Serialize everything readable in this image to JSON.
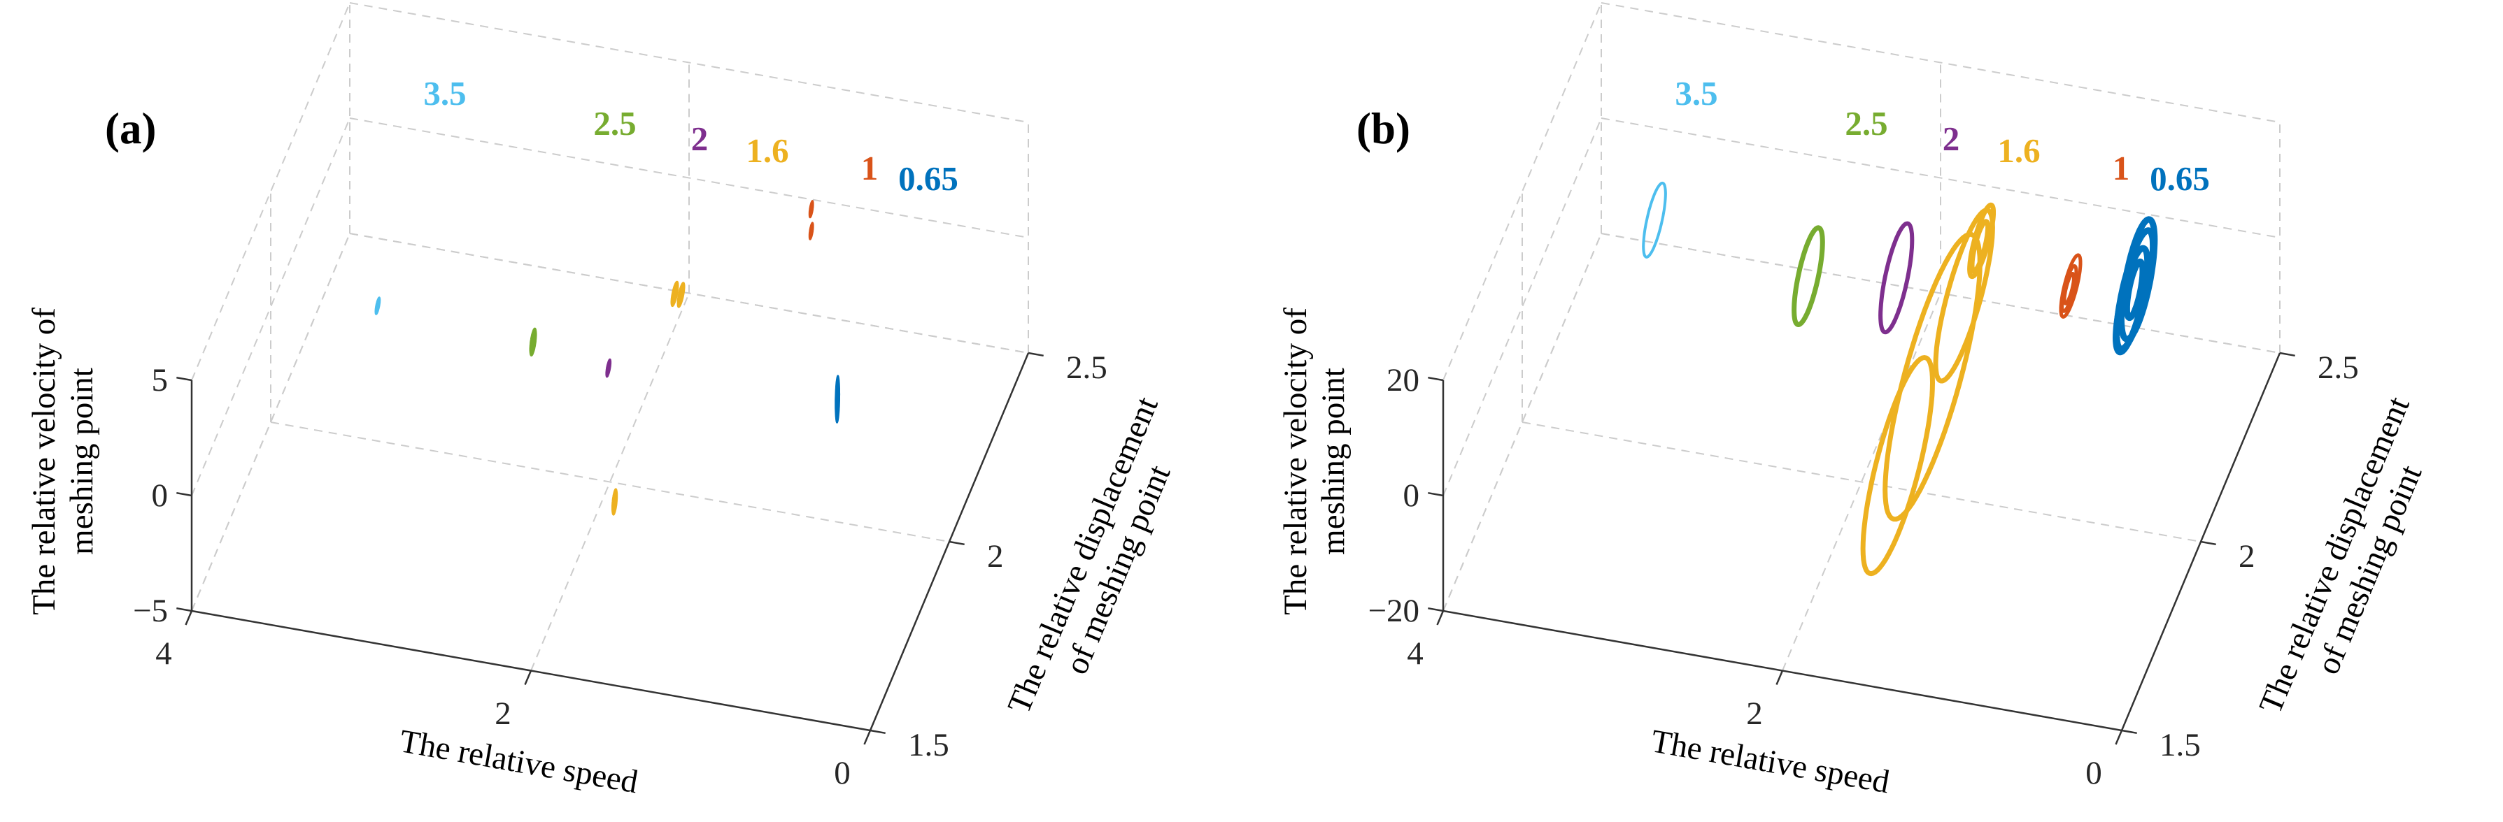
{
  "figure": {
    "background": "#ffffff"
  },
  "chart_data": [
    {
      "type": "line",
      "plot_kind": "3d-phase-portrait",
      "panel_label": "(a)",
      "grid": true,
      "axes": {
        "x": {
          "label": "The relative speed",
          "tick_labels": [
            "4",
            "2",
            "0"
          ],
          "tick_values": [
            4,
            2,
            0
          ],
          "range": [
            0,
            4
          ]
        },
        "y": {
          "label_lines": [
            "The relative displacement",
            "of meshing point"
          ],
          "tick_labels": [
            "1.5",
            "2",
            "2.5"
          ],
          "tick_values": [
            1.5,
            2,
            2.5
          ],
          "range": [
            1.5,
            2.5
          ]
        },
        "z": {
          "label_lines": [
            "The relative velocity of",
            "meshing point"
          ],
          "tick_labels": [
            "5",
            "0",
            "−5"
          ],
          "tick_values": [
            5,
            0,
            -5
          ],
          "range": [
            -5,
            5
          ]
        }
      },
      "series": [
        {
          "speed": 3.5,
          "speed_label": "3.5",
          "color": "#4DBEEE",
          "style": "filled-clusters",
          "stroke_width": 2,
          "orbits": [
            {
              "disp": 2.14,
              "vel": -1.6,
              "disp_amp": 0.015,
              "vel_amp": 0.28
            }
          ]
        },
        {
          "speed": 2.5,
          "speed_label": "2.5",
          "color": "#77AC30",
          "style": "filled-clusters",
          "stroke_width": 2,
          "orbits": [
            {
              "disp": 2.05,
              "vel": -0.4,
              "disp_amp": 0.02,
              "vel_amp": 0.5
            }
          ]
        },
        {
          "speed": 2,
          "speed_label": "2",
          "color": "#7E2F8E",
          "style": "filled-clusters",
          "stroke_width": 2,
          "orbits": [
            {
              "disp": 1.99,
              "vel": 0.1,
              "disp_amp": 0.015,
              "vel_amp": 0.3
            }
          ]
        },
        {
          "speed": 1.6,
          "speed_label": "1.6",
          "color": "#EDB120",
          "style": "filled-clusters",
          "stroke_width": 2,
          "orbits": [
            {
              "disp": 1.98,
              "vel": 4.0,
              "disp_amp": 0.022,
              "vel_amp": 0.4
            },
            {
              "disp": 2.02,
              "vel": 3.3,
              "disp_amp": 0.022,
              "vel_amp": 0.4
            },
            {
              "disp": 1.6,
              "vel": 1.2,
              "disp_amp": 0.016,
              "vel_amp": 0.5
            }
          ]
        },
        {
          "speed": 1,
          "speed_label": "1",
          "color": "#D95319",
          "style": "filled-clusters",
          "stroke_width": 2,
          "orbits": [
            {
              "disp": 2.2,
              "vel": 4.85,
              "disp_amp": 0.013,
              "vel_amp": 0.3
            },
            {
              "disp": 2.2,
              "vel": 3.9,
              "disp_amp": 0.013,
              "vel_amp": 0.3
            }
          ]
        },
        {
          "speed": 0.65,
          "speed_label": "0.65",
          "color": "#0072BD",
          "style": "filled-clusters",
          "stroke_width": 2,
          "orbits": [
            {
              "disp": 1.99,
              "vel": 0.5,
              "disp_amp": 0.013,
              "vel_amp": 1.0
            }
          ]
        }
      ]
    },
    {
      "type": "line",
      "plot_kind": "3d-phase-portrait",
      "panel_label": "(b)",
      "grid": true,
      "axes": {
        "x": {
          "label": "The relative speed",
          "tick_labels": [
            "4",
            "2",
            "0"
          ],
          "tick_values": [
            4,
            2,
            0
          ],
          "range": [
            0,
            4
          ]
        },
        "y": {
          "label_lines": [
            "The relative displacement",
            "of meshing point"
          ],
          "tick_labels": [
            "1.5",
            "2",
            "2.5"
          ],
          "tick_values": [
            1.5,
            2,
            2.5
          ],
          "range": [
            1.5,
            2.5
          ]
        },
        "z": {
          "label_lines": [
            "The relative velocity of",
            "meshing point"
          ],
          "tick_labels": [
            "20",
            "0",
            "−20"
          ],
          "tick_values": [
            20,
            0,
            -20
          ],
          "range": [
            -20,
            20
          ]
        }
      },
      "series": [
        {
          "speed": 3.5,
          "speed_label": "3.5",
          "color": "#4DBEEE",
          "style": "loops",
          "stroke_width": 4,
          "orbits": [
            {
              "disp": 2.3,
              "vel": -2,
              "disp_amp": 0.07,
              "vel_amp": 4.5
            }
          ]
        },
        {
          "speed": 2.5,
          "speed_label": "2.5",
          "color": "#77AC30",
          "style": "loops",
          "stroke_width": 7,
          "orbits": [
            {
              "disp": 2.2,
              "vel": 0,
              "disp_amp": 0.09,
              "vel_amp": 6
            }
          ]
        },
        {
          "speed": 2,
          "speed_label": "2",
          "color": "#7E2F8E",
          "style": "loops",
          "stroke_width": 6,
          "orbits": [
            {
              "disp": 2.22,
              "vel": 1,
              "disp_amp": 0.1,
              "vel_amp": 6.8
            }
          ]
        },
        {
          "speed": 1.6,
          "speed_label": "1.6",
          "color": "#EDB120",
          "style": "loops",
          "stroke_width": 7,
          "orbits": [
            {
              "disp": 1.8,
              "vel": -2,
              "disp_amp": 0.22,
              "vel_amp": 12
            },
            {
              "disp": 2.02,
              "vel": -1,
              "disp_amp": 0.3,
              "vel_amp": 15
            },
            {
              "disp": 2.22,
              "vel": 0,
              "disp_amp": 0.18,
              "vel_amp": 9
            },
            {
              "disp": 2.32,
              "vel": 2,
              "disp_amp": 0.05,
              "vel_amp": 2.8
            },
            {
              "disp": 2.33,
              "vel": 2.3,
              "disp_amp": 0.075,
              "vel_amp": 3.8
            }
          ]
        },
        {
          "speed": 1,
          "speed_label": "1",
          "color": "#D95319",
          "style": "loops",
          "stroke_width": 5,
          "orbits": [
            {
              "disp": 2.24,
              "vel": 3,
              "disp_amp": 0.03,
              "vel_amp": 1.7
            },
            {
              "disp": 2.24,
              "vel": 3,
              "disp_amp": 0.045,
              "vel_amp": 2.6
            },
            {
              "disp": 2.25,
              "vel": 2.8,
              "disp_amp": 0.062,
              "vel_amp": 3.5
            }
          ]
        },
        {
          "speed": 0.65,
          "speed_label": "0.65",
          "color": "#0072BD",
          "style": "loops",
          "stroke_width": 9,
          "orbits": [
            {
              "disp": 2.28,
              "vel": 2,
              "disp_amp": 0.115,
              "vel_amp": 7
            },
            {
              "disp": 2.26,
              "vel": 1.5,
              "disp_amp": 0.1,
              "vel_amp": 6.2
            },
            {
              "disp": 2.3,
              "vel": 2.5,
              "disp_amp": 0.105,
              "vel_amp": 7.8
            },
            {
              "disp": 2.28,
              "vel": 2,
              "disp_amp": 0.05,
              "vel_amp": 3.6
            }
          ]
        }
      ]
    }
  ]
}
